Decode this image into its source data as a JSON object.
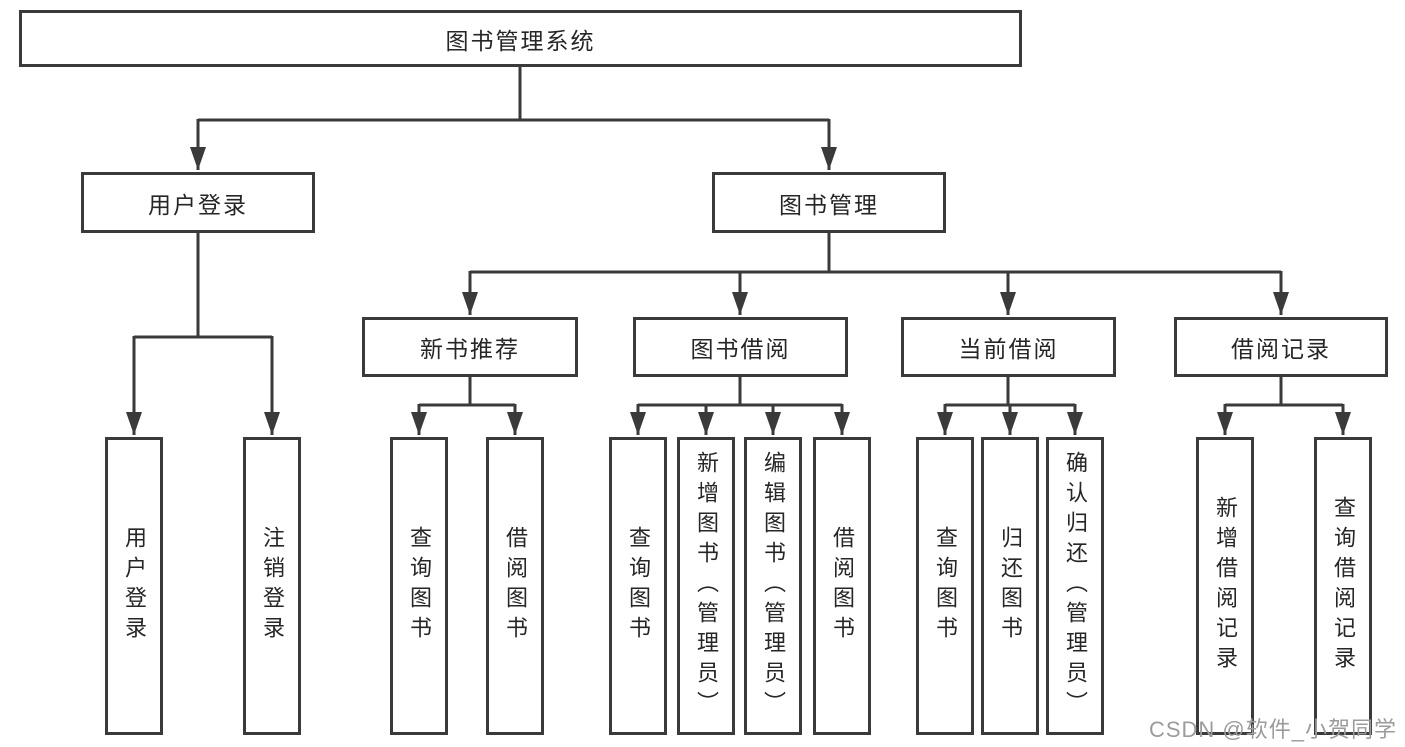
{
  "diagram": {
    "title": "图书管理系统",
    "branches": [
      {
        "label": "用户登录",
        "children": [
          {
            "label": "用户登录"
          },
          {
            "label": "注销登录"
          }
        ]
      },
      {
        "label": "图书管理",
        "children": [
          {
            "label": "新书推荐",
            "children": [
              {
                "label": "查询图书"
              },
              {
                "label": "借阅图书"
              }
            ]
          },
          {
            "label": "图书借阅",
            "children": [
              {
                "label": "查询图书"
              },
              {
                "label": "新增图书（管理员）"
              },
              {
                "label": "编辑图书（管理员）"
              },
              {
                "label": "借阅图书"
              }
            ]
          },
          {
            "label": "当前借阅",
            "children": [
              {
                "label": "查询图书"
              },
              {
                "label": "归还图书"
              },
              {
                "label": "确认归还（管理员）"
              }
            ]
          },
          {
            "label": "借阅记录",
            "children": [
              {
                "label": "新增借阅记录"
              },
              {
                "label": "查询借阅记录"
              }
            ]
          }
        ]
      }
    ]
  },
  "watermark": {
    "text": "CSDN @软件_小贺同学"
  },
  "colors": {
    "line": "#3a3a3a",
    "box_border": "#3a3a3a",
    "text": "#262626",
    "watermark": "#9b9b9b",
    "background": "#ffffff"
  }
}
